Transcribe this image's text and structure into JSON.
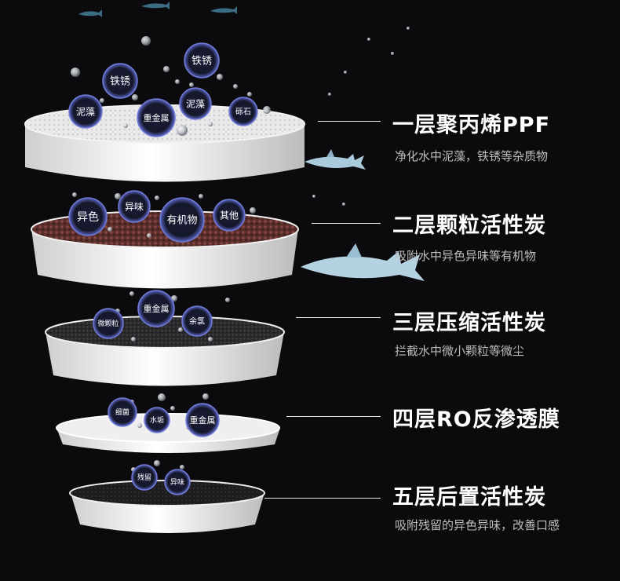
{
  "layers": [
    {
      "title": "一层聚丙烯PPF",
      "desc": "净化水中泥藻，铁锈等杂质物",
      "bubbles": [
        "铁锈",
        "铁锈",
        "泥藻",
        "重金属",
        "泥藻",
        "砾石"
      ],
      "media": "white-mesh"
    },
    {
      "title": "二层颗粒活性炭",
      "desc": "吸附水中异色异味等有机物",
      "bubbles": [
        "异色",
        "异味",
        "有机物",
        "其他"
      ],
      "media": "granular-carbon"
    },
    {
      "title": "三层压缩活性炭",
      "desc": "拦截水中微小颗粒等微尘",
      "bubbles": [
        "重金属",
        "微颗粒",
        "余氯"
      ],
      "media": "compressed-carbon"
    },
    {
      "title": "四层RO反渗透膜",
      "desc": "",
      "bubbles": [
        "细菌",
        "水垢",
        "重金属"
      ],
      "media": "ro-membrane"
    },
    {
      "title": "五层后置活性炭",
      "desc": "吸附残留的异色异味，改善口感",
      "bubbles": [
        "残留",
        "异味"
      ],
      "media": "post-carbon"
    }
  ],
  "icons": [
    "shark-icon",
    "fish-icon"
  ],
  "colors": {
    "background": "#0b0b0d",
    "title": "#ffffff",
    "desc": "#bdbdbd",
    "bubble_ring": "#6f7bd6",
    "leader": "#e8e8e8"
  }
}
